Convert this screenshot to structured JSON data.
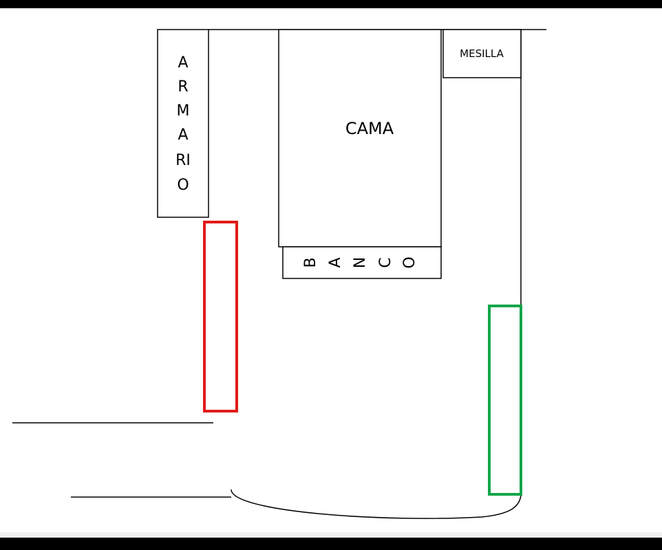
{
  "labels": {
    "armario": [
      "A",
      "R",
      "M",
      "A",
      "RI",
      "O"
    ],
    "cama": "CAMA",
    "mesilla": "MESILLA",
    "banco": [
      "B",
      "A",
      "N",
      "C",
      "O"
    ]
  },
  "colors": {
    "background": "#ffffff",
    "frame": "#000000",
    "line": "#000000",
    "red_marker": "#e11b1b",
    "green_marker": "#12a64a"
  }
}
